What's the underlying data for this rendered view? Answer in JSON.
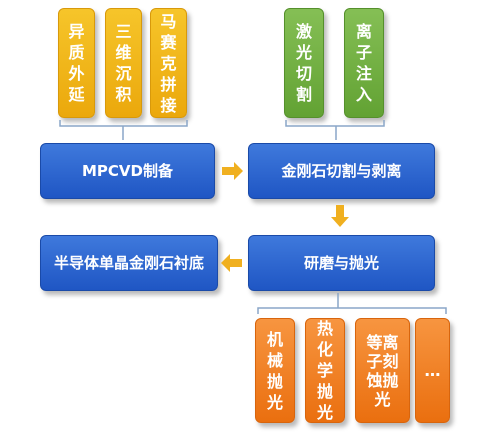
{
  "top_left_methods": [
    "异质\n外延",
    "三维\n沉积",
    "马赛\n克拼\n接"
  ],
  "top_right_methods": [
    "激光\n切割",
    "离子\n注入"
  ],
  "process": {
    "mpcvd": "MPCVD制备",
    "cut_peel": "金刚石切割与剥离",
    "grind_polish": "研磨与抛光",
    "substrate": "半导体单晶金刚石衬底"
  },
  "polish_methods": [
    "机械\n抛光",
    "热化\n学抛\n光",
    "等离\n子刻\n蚀抛\n光",
    "…"
  ],
  "colors": {
    "yellow": "#eba80c",
    "green": "#62a233",
    "orange": "#ea6f0f",
    "blue": "#1f56c4",
    "arrow": "#f0b020",
    "bracket": "#8aa6c8"
  }
}
